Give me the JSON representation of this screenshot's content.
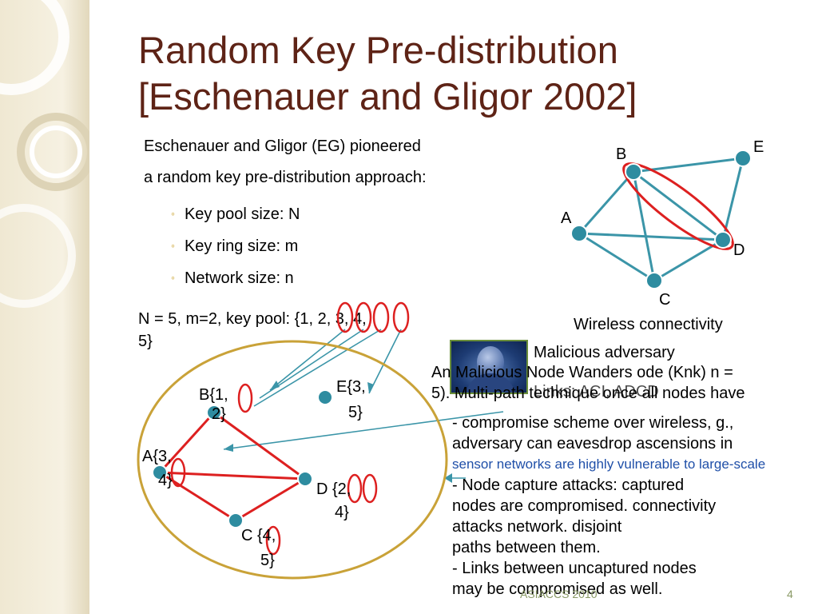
{
  "slide": {
    "title_line1": "Random Key Pre-distribution",
    "title_line2": "[Eschenauer and Gligor 2002]",
    "intro_line1": "Eschenauer and Gligor (EG) pioneered",
    "intro_line2": "a random key pre-distribution approach:",
    "bullets": [
      "Key pool size: N",
      "Key ring size: m",
      "Network size: n"
    ],
    "params_line1": "N = 5, m=2, key pool: {1, 2, 3, 4,",
    "params_line2": "5}",
    "wireless_caption": "Wireless connectivity",
    "adversary_caption": "Malicious adversary",
    "footer_left": "ASIACCS 2010",
    "footer_page": "4"
  },
  "top_graph": {
    "nodes": {
      "A": "A",
      "B": "B",
      "C": "C",
      "D": "D",
      "E": "E"
    }
  },
  "key_graph": {
    "nodes": {
      "B": {
        "label": "B{1,",
        "label2": "2}"
      },
      "E": {
        "label": "E{3,",
        "label2": "5}"
      },
      "A": {
        "label": "A{3,",
        "label2": "4}"
      },
      "D": {
        "label": "D {2,",
        "label2": "4}"
      },
      "C": {
        "label": "C {4,",
        "label2": "5}"
      }
    }
  },
  "overlapping_text": {
    "lines": [
      {
        "text": "An Malicious Node Wanders ode (Knk) n =",
        "color": "#000000"
      },
      {
        "text": "5). Multi-path technique once all nodes have",
        "color": "#000000"
      },
      {
        "text": "- compromise scheme over wireless, g.,",
        "color": "#000000"
      },
      {
        "text": "adversary can eavesdrop ascensions in",
        "color": "#000000"
      },
      {
        "text": "sensor networks are highly vulnerable to large-scale",
        "color": "#1f4fa8"
      },
      {
        "text": "- Node capture attacks: captured",
        "color": "#000000"
      },
      {
        "text": "nodes are compromised. connectivity",
        "color": "#000000"
      },
      {
        "text": "attacks network. disjoint",
        "color": "#000000"
      },
      {
        "text": "paths between them.",
        "color": "#000000"
      },
      {
        "text": "- Links between uncaptured nodes",
        "color": "#000000"
      },
      {
        "text": "may be compromised as well.",
        "color": "#000000"
      }
    ],
    "header_fragment": "Links: ACI, ADCD"
  },
  "colors": {
    "title": "#5e2316",
    "edge_teal": "#3b95a8",
    "node_teal": "#2e8ca0",
    "compromise_red": "#dd2020",
    "oval_gold": "#c9a238"
  }
}
